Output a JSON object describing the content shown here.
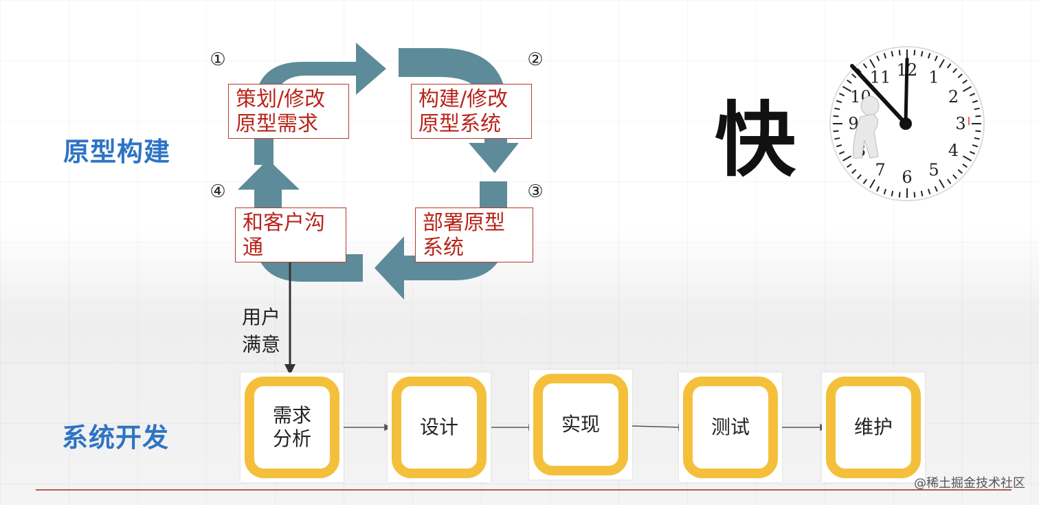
{
  "sections": {
    "prototype_title": "原型构建",
    "dev_title": "系统开发"
  },
  "cycle": {
    "steps": [
      {
        "num": "①",
        "label_line1": "策划/修改",
        "label_line2": "原型需求"
      },
      {
        "num": "②",
        "label_line1": "构建/修改",
        "label_line2": "原型系统"
      },
      {
        "num": "③",
        "label_line1": "部署原型",
        "label_line2": "系统"
      },
      {
        "num": "④",
        "label_line1": "和客户沟",
        "label_line2": "通"
      }
    ],
    "arrow_color": "#5d8b99"
  },
  "transition": {
    "line1": "用户",
    "line2": "满意"
  },
  "waterfall": {
    "steps": [
      {
        "line1": "需求",
        "line2": "分析"
      },
      {
        "line1": "设计",
        "line2": ""
      },
      {
        "line1": "实现",
        "line2": ""
      },
      {
        "line1": "测试",
        "line2": ""
      },
      {
        "line1": "维护",
        "line2": ""
      }
    ],
    "frame_color": "#f4c03c"
  },
  "fast_char": "快",
  "clock": {
    "numbers": [
      "12",
      "1",
      "2",
      "3",
      "4",
      "5",
      "6",
      "7",
      "8",
      "9",
      "10",
      "11"
    ],
    "icon": "clock-icon"
  },
  "watermark": "@稀土掘金技术社区"
}
